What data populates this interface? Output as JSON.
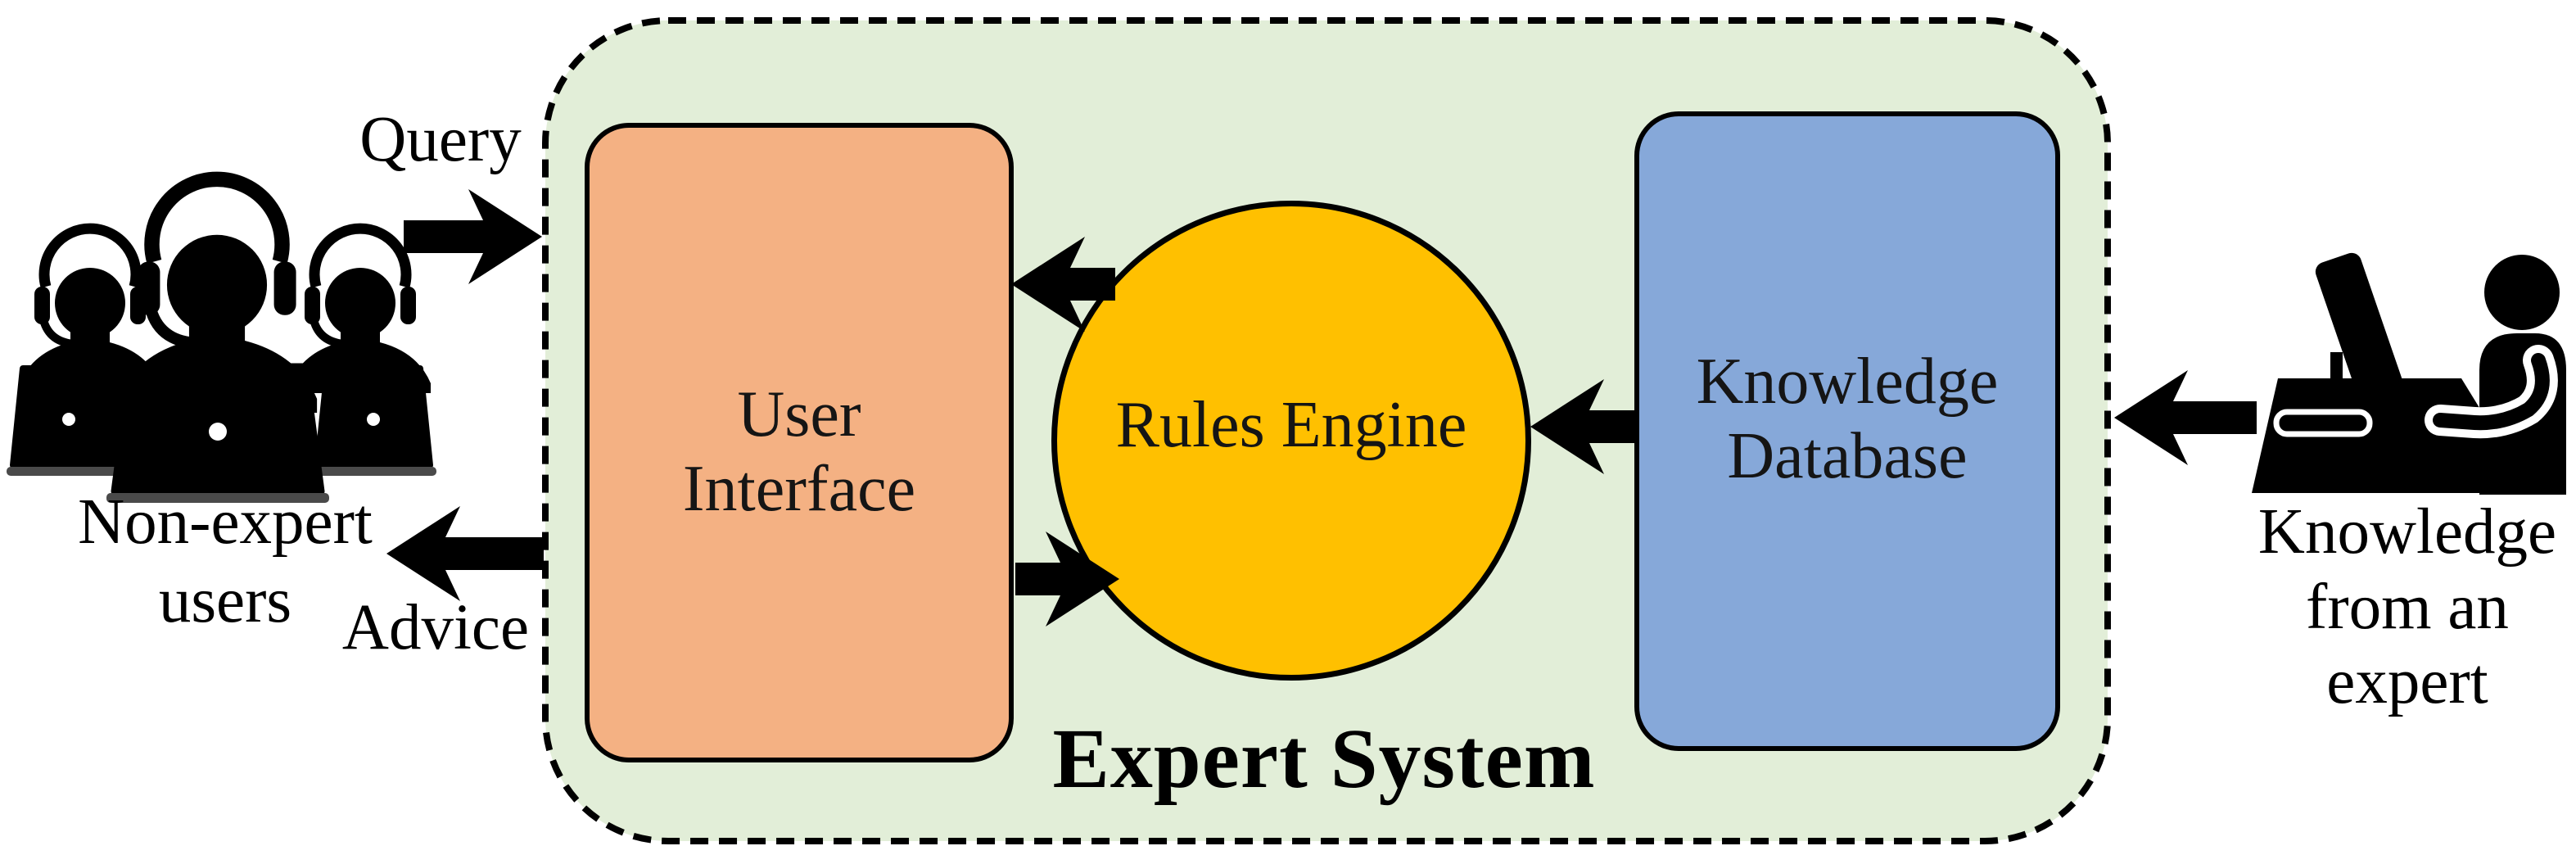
{
  "figure": {
    "title": "Expert System",
    "container": {
      "fill": "#E2EED8",
      "border_color": "#000000"
    },
    "nodes": {
      "user_interface": {
        "line1": "User",
        "line2": "Interface",
        "fill": "#F4B183"
      },
      "rules_engine": {
        "label": "Rules Engine",
        "fill": "#FFC000"
      },
      "knowledge_database": {
        "line1": "Knowledge",
        "line2": "Database",
        "fill": "#86A8D9"
      }
    },
    "actors": {
      "non_expert_users": {
        "line1": "Non-expert",
        "line2": "users"
      },
      "expert": {
        "line1": "Knowledge",
        "line2": "from an",
        "line3": "expert"
      }
    },
    "flows": {
      "query": "Query",
      "advice": "Advice"
    },
    "ink": "#000000"
  }
}
